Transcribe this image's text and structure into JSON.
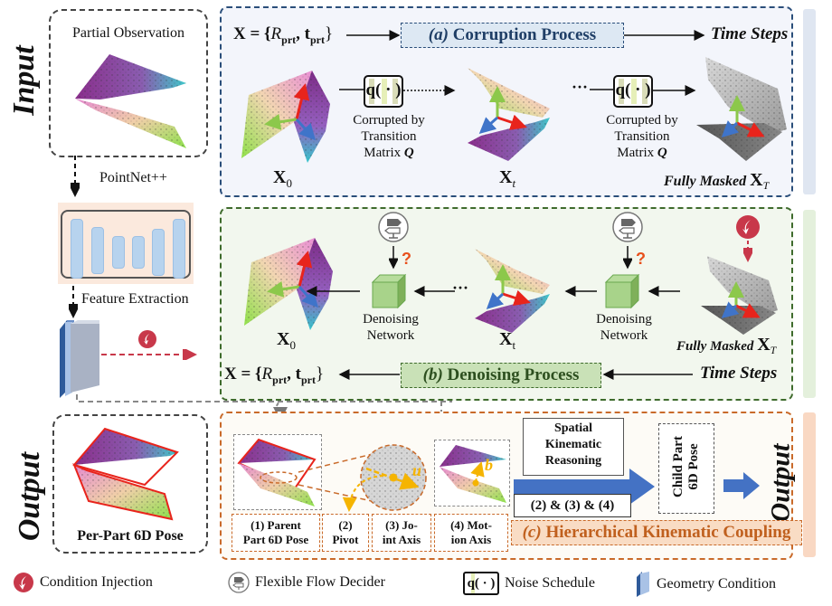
{
  "left": {
    "input_label": "Input",
    "output_label": "Output",
    "partial_observation": "Partial Observation",
    "pointnet_label": "PointNet++",
    "feature_extraction_label": "Feature Extraction",
    "per_part_pose_label": "Per-Part 6D Pose"
  },
  "panel_a": {
    "title_prefix": "(a)",
    "title": "Corruption  Process",
    "formula_lhs": "X = {",
    "formula_R": "R",
    "formula_sub1": "prt",
    "formula_mid": ", t",
    "formula_sub2": "prt",
    "formula_rhs": "}",
    "time_steps": "Time Steps",
    "x0_label": "X",
    "x0_sub": "0",
    "xt_label": "X",
    "xt_sub": "t",
    "xT_prefix": "Fully Masked",
    "xT_label": "X",
    "xT_sub": "T",
    "q_label": "q( · )",
    "corrupted_text_1": "Corrupted by",
    "corrupted_text_2": "Transition",
    "corrupted_text_3": "Matrix",
    "matrix_symbol": "Q",
    "ellipsis": "···"
  },
  "panel_b": {
    "title_prefix": "(b)",
    "title": "Denoising Process",
    "formula_lhs": "X = {",
    "formula_R": "R",
    "formula_sub1": "prt",
    "formula_mid": ", t",
    "formula_sub2": "prt",
    "formula_rhs": "}",
    "time_steps": "Time Steps",
    "x0_label": "X",
    "x0_sub": "0",
    "xt_label": "X",
    "xt_sub": "t",
    "xT_prefix": "Fully Masked",
    "xT_label": "X",
    "xT_sub": "T",
    "network_1": "Denoising",
    "network_2": "Network",
    "question": "?",
    "ellipsis": "···"
  },
  "panel_c": {
    "title_prefix": "(c)",
    "title": "Hierarchical Kinematic Coupling",
    "spatial_1": "Spatial",
    "spatial_2": "Kinematic",
    "spatial_3": "Reasoning",
    "combo": "(2) & (3) & (4)",
    "child_pose_1": "Child Part",
    "child_pose_2": "6D Pose",
    "output_label": "Output",
    "u_label": "u",
    "b_label": "b",
    "items": [
      {
        "line1": "(1) Parent",
        "line2": "Part 6D Pose"
      },
      {
        "line1": "(2)",
        "line2": "Pivot"
      },
      {
        "line1": "(3)  Jo-",
        "line2": "int Axis"
      },
      {
        "line1": "(4)  Mot-",
        "line2": "ion Axis"
      }
    ]
  },
  "legend": {
    "condition_injection": "Condition  Injection",
    "flow_decider": "Flexible Flow Decider",
    "noise_schedule": "Noise Schedule",
    "geometry_condition": "Geometry Condition",
    "q_label": "q( · )"
  },
  "colors": {
    "panel_a_border": "#2a4e7a",
    "panel_b_border": "#3e6b2c",
    "panel_c_border": "#c96a2a",
    "condition_red": "#c8384a",
    "arrow_blue": "#4472c4",
    "axis_red": "#e8241c",
    "axis_green": "#8cc84b",
    "axis_blue": "#3f74c9",
    "pivot_yellow": "#f5b400"
  }
}
